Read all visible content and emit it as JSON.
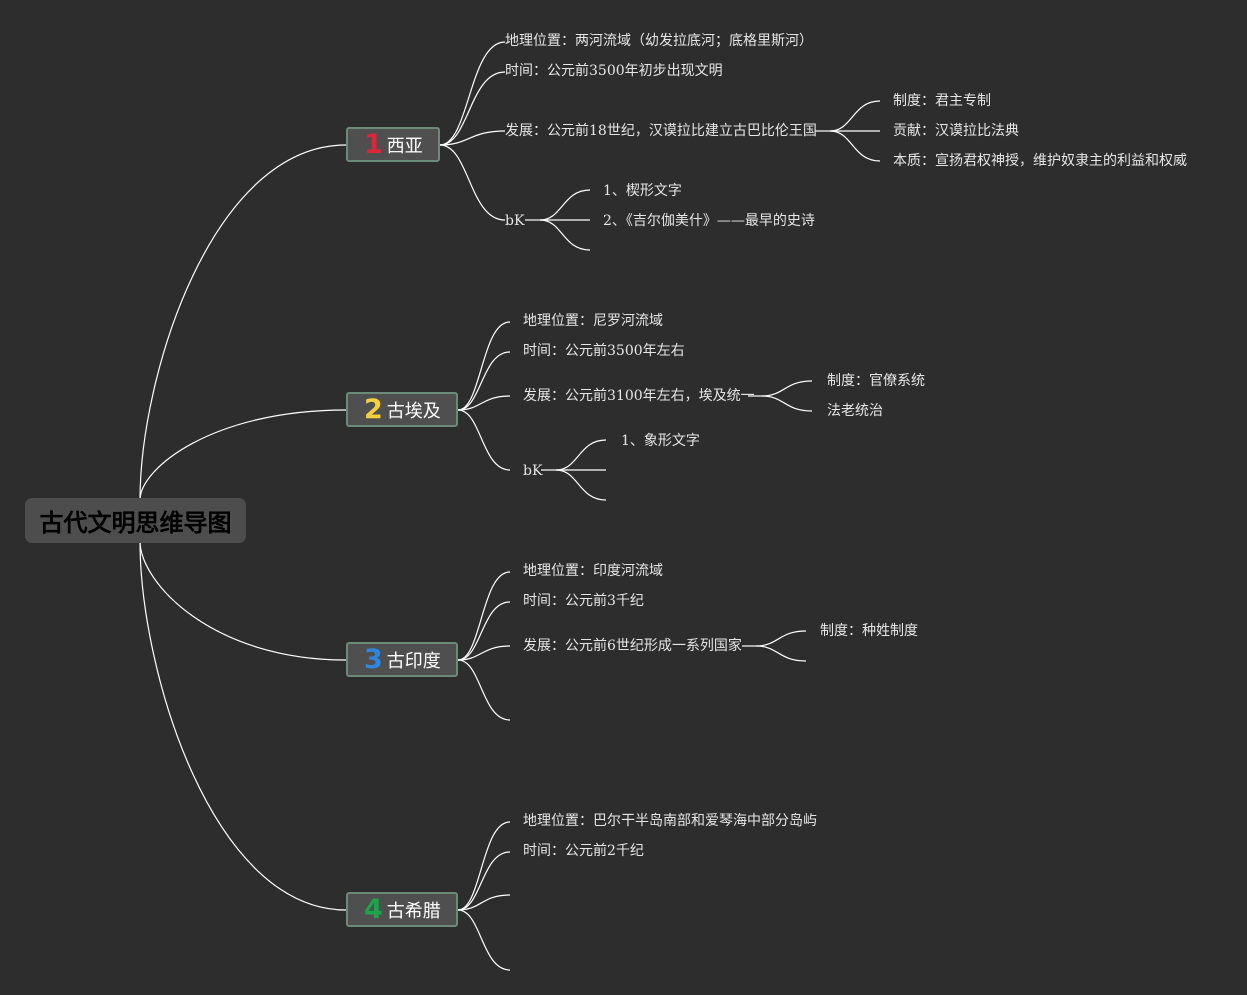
{
  "root": {
    "title": "古代文明思维导图"
  },
  "colors": {
    "background": "#2d2d2d",
    "line": "#ffffff",
    "num_1": "#e0243a",
    "num_2": "#f4d03f",
    "num_3": "#2e86de",
    "num_4": "#1fa34a"
  },
  "branches": [
    {
      "num": "1",
      "label": "西亚",
      "items": [
        {
          "text": "地理位置：两河流域（幼发拉底河；底格里斯河）"
        },
        {
          "text": "时间：公元前3500年初步出现文明"
        },
        {
          "text": "发展：公元前18世纪，汉谟拉比建立古巴比伦王国",
          "children": [
            "制度：君主专制",
            "贡献：汉谟拉比法典",
            "本质：宣扬君权神授，维护奴隶主的利益和权威"
          ]
        },
        {
          "text": "bK",
          "children": [
            "1、楔形文字",
            "2、《吉尔伽美什》——最早的史诗",
            ""
          ]
        }
      ]
    },
    {
      "num": "2",
      "label": "古埃及",
      "items": [
        {
          "text": "地理位置：尼罗河流域"
        },
        {
          "text": "时间：公元前3500年左右"
        },
        {
          "text": "发展：公元前3100年左右，埃及统一",
          "children": [
            "制度：官僚系统",
            "法老统治"
          ]
        },
        {
          "text": "bK",
          "children": [
            "1、象形文字",
            "",
            ""
          ]
        }
      ]
    },
    {
      "num": "3",
      "label": "古印度",
      "items": [
        {
          "text": "地理位置：印度河流域"
        },
        {
          "text": "时间：公元前3千纪"
        },
        {
          "text": "发展：公元前6世纪形成一系列国家",
          "children": [
            "制度：种姓制度",
            ""
          ]
        },
        {
          "text": ""
        }
      ]
    },
    {
      "num": "4",
      "label": "古希腊",
      "items": [
        {
          "text": "地理位置：巴尔干半岛南部和爱琴海中部分岛屿"
        },
        {
          "text": "时间：公元前2千纪"
        },
        {
          "text": ""
        },
        {
          "text": ""
        }
      ]
    }
  ]
}
